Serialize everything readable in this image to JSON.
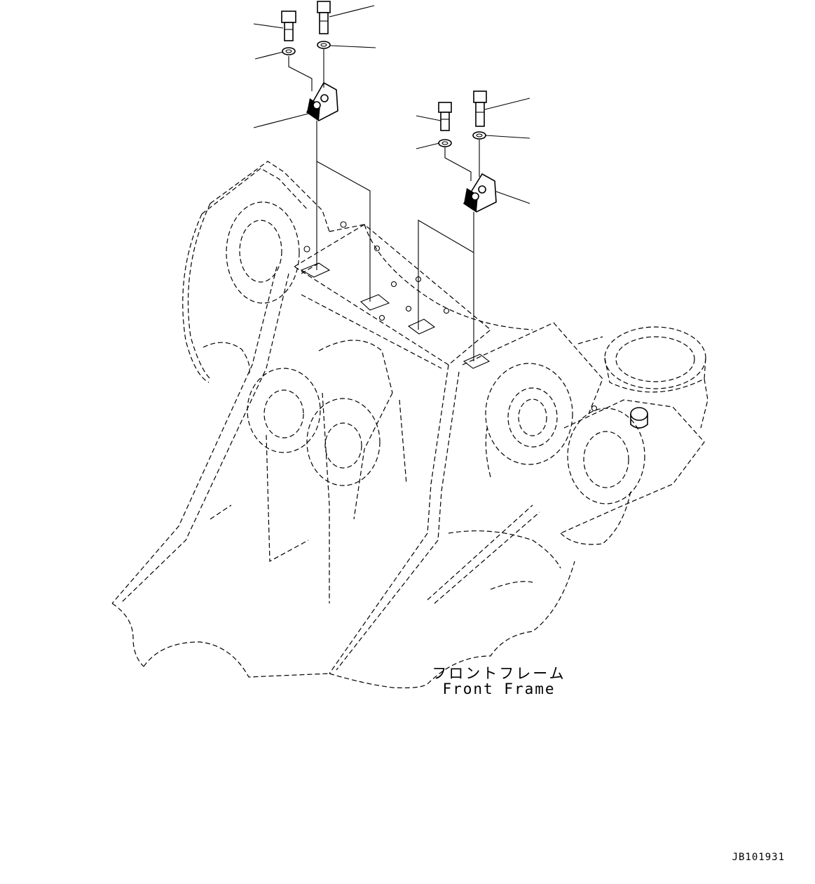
{
  "caption": {
    "japanese": "フロントフレーム",
    "english": "Front Frame"
  },
  "drawing_number": "JB101931"
}
